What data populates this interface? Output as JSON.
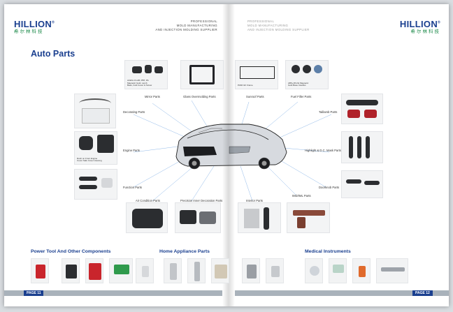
{
  "left_page": {
    "brand": {
      "name": "HILLION",
      "registered": "®",
      "chinese": "希尔林科技"
    },
    "slogan": [
      "PROFESSIONAL",
      "MOLD MANUFACTURING",
      "AND INJECTION MOLDING SUPPLIER"
    ],
    "section_title": "Auto Parts",
    "page_number": "PAGE 11"
  },
  "right_page": {
    "brand": {
      "name": "HILLION",
      "registered": "®",
      "chinese": "希尔林科技"
    },
    "slogan": [
      "PROFESSIONAL",
      "MOLD MANUFACTURING",
      "AND INJECTION MOLDING SUPPLIER"
    ],
    "page_number": "PAGE 12"
  },
  "part_labels": {
    "mirror": "Mirror Parts",
    "overmolding": "Glass Overmolding Parts",
    "sunroof": "Sunroof Parts",
    "fuel_filler": "Fuel Filler Parts",
    "decorating": "Decorating Parts",
    "taillamb": "Taillamb Parts",
    "engine": "Engine Parts",
    "headlight": "Highlight & D.C. Mask Parts",
    "function": "Function Parts",
    "doorknob": "Doorknob Parts",
    "imd": "IMD/IML Parts",
    "air_condition": "Air Condition Parts",
    "precision": "Precision Inner Decoration Parts",
    "interior": "Interior Parts"
  },
  "photo_captions": {
    "mirror": "ACES-C3-AB, PBT, PA Magnetic Gold, Lamb Base, Fold Cover & Screw",
    "sunroof": "PA66 GF Frame",
    "fuel_filler": "ABS+PA.FE Magnetic Gold Base Cavities",
    "engine": "Rush on Front Engine Cover Safe Cover Housing"
  },
  "bottom_sections": {
    "power_tool": "Power Tool And Other Components",
    "home_appliance": "Home Appliance Parts",
    "medical": "Medical  Instruments"
  },
  "colors": {
    "brand_blue": "#1a3f8f",
    "brand_green": "#1c8a4a",
    "footer_grey": "#a9b2bb"
  }
}
